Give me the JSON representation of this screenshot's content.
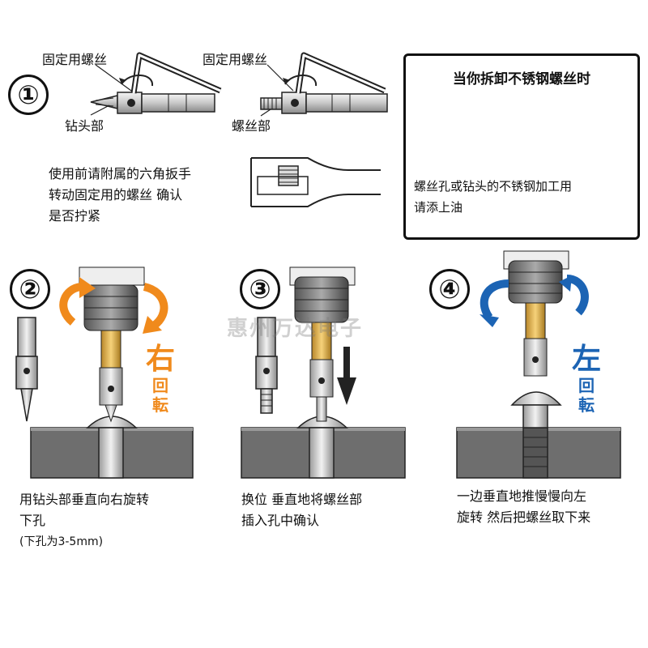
{
  "colors": {
    "orange": "#f08a1c",
    "blue": "#1c64b4",
    "red": "#e0504a",
    "gray": "#888888",
    "metal": "#d0d0d0",
    "gold": "#e9b949"
  },
  "step1": {
    "number": "①",
    "label_fixing_screw_a": "固定用螺丝",
    "label_fixing_screw_b": "固定用螺丝",
    "label_drill_part": "钻头部",
    "label_screw_part": "螺丝部",
    "instruction": [
      "使用前请附属的六角扳手",
      "转动固定用的螺丝 确认",
      "是否拧紧"
    ]
  },
  "note": {
    "title": "当你拆卸不锈钢螺丝时",
    "text": [
      "螺丝孔或钻头的不锈钢加工用",
      "请添上油"
    ]
  },
  "step2": {
    "number": "②",
    "rotate_dir": "右",
    "rotate_word": [
      "回",
      "転"
    ],
    "instruction": [
      "用钻头部垂直向右旋转",
      "下孔",
      "(下孔为3-5mm)"
    ]
  },
  "step3": {
    "number": "③",
    "instruction": [
      "换位 垂直地将螺丝部",
      "插入孔中确认"
    ]
  },
  "step4": {
    "number": "④",
    "rotate_dir": "左",
    "rotate_word": [
      "回",
      "転"
    ],
    "instruction": [
      "一边垂直地推慢慢向左",
      "旋转 然后把螺丝取下来"
    ]
  },
  "watermark": "惠州万达电子"
}
